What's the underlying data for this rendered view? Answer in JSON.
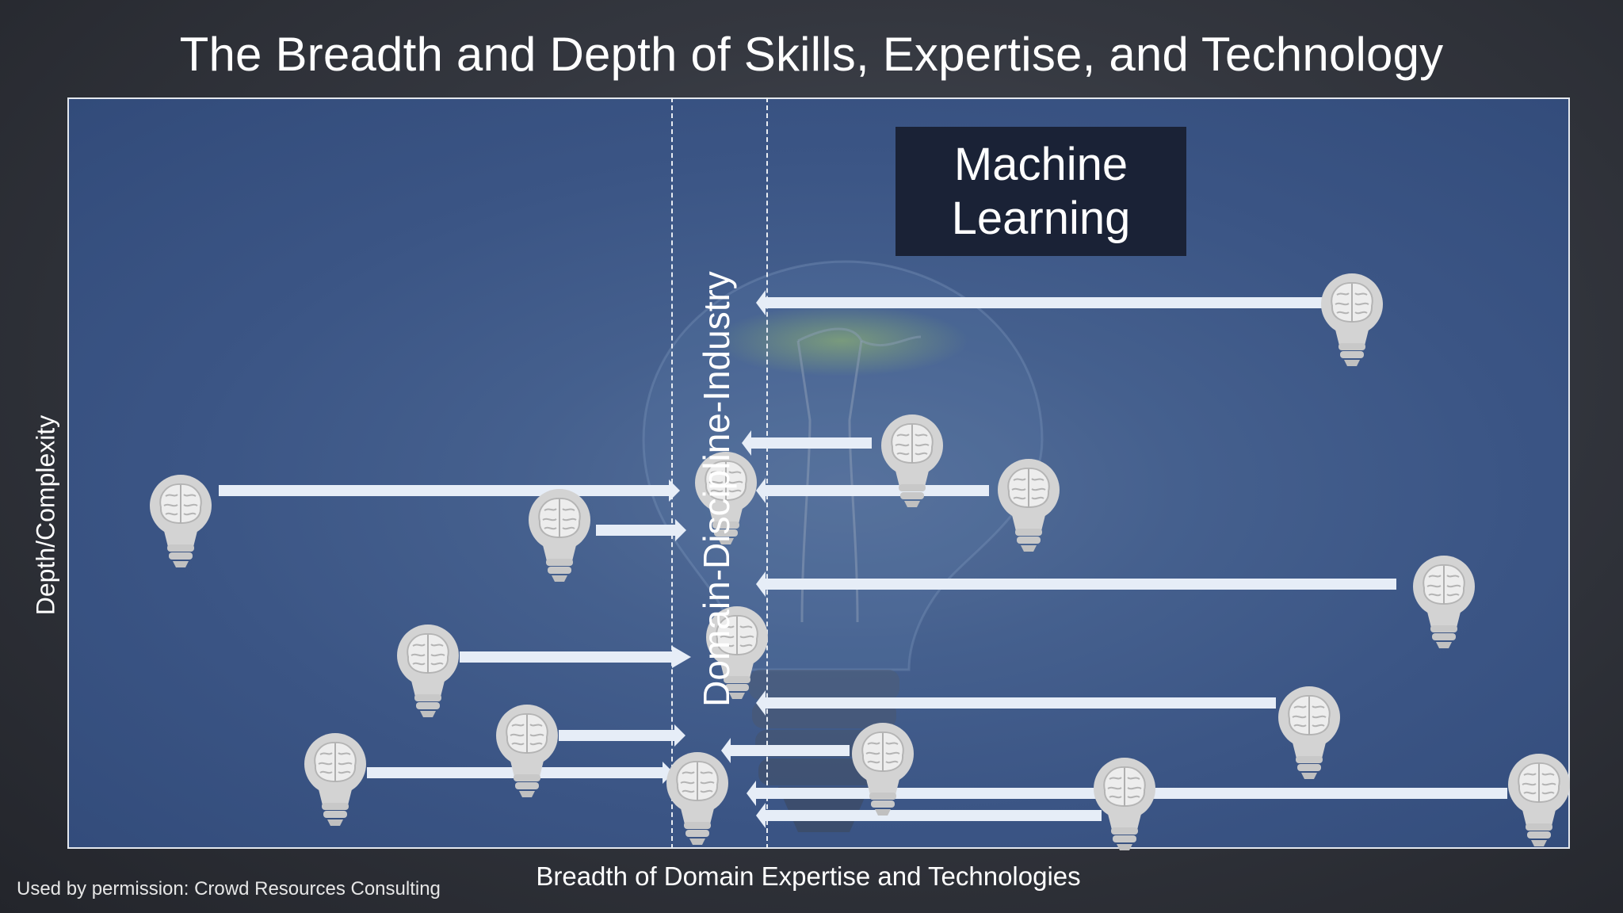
{
  "title": "The Breadth and Depth of Skills, Expertise, and Technology",
  "machine_learning_box": {
    "line1": "Machine",
    "line2": "Learning"
  },
  "domain_column_label": "Domain-Discipline-Industry",
  "y_axis_label": "Depth/Complexity",
  "x_axis_label": "Breadth of Domain Expertise and Technologies",
  "credit": "Used by permission: Crowd Resources Consulting",
  "colors": {
    "background": "#2b2d33",
    "panel": "#3b5585",
    "arrow": "#e6edf7",
    "brain_icon": "#d6d6d6",
    "ml_box": "#1a2236"
  },
  "icons": [
    "brain-bulb-icon",
    "arrow-icon",
    "light-bulb-background-icon"
  ]
}
